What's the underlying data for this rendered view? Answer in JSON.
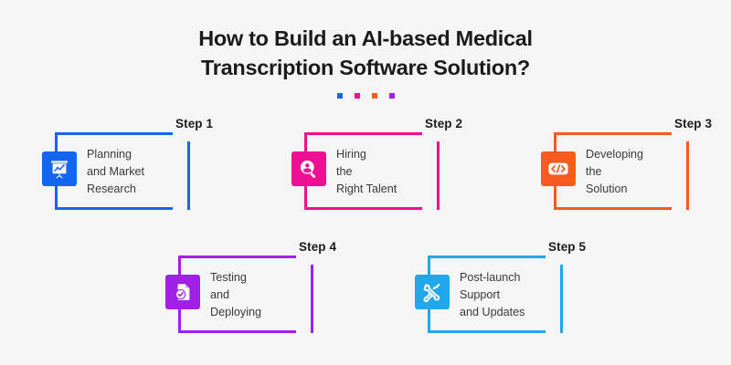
{
  "header": {
    "title_lines": [
      "How to Build an AI-based Medical",
      "Transcription Software Solution?"
    ],
    "dots": [
      {
        "name": "dot-blue",
        "color": "#1565f0"
      },
      {
        "name": "dot-pink",
        "color": "#ee1090"
      },
      {
        "name": "dot-orange",
        "color": "#f55a1e"
      },
      {
        "name": "dot-purple",
        "color": "#a020e8"
      }
    ]
  },
  "background_color": "#f5f5f6",
  "steps": [
    {
      "label": "Step 1",
      "color": "#1565f0",
      "icon": "presentation-chart-icon",
      "text_lines": [
        "Planning",
        "and Market",
        "Research"
      ]
    },
    {
      "label": "Step 2",
      "color": "#ee1090",
      "icon": "person-search-icon",
      "text_lines": [
        "Hiring",
        "the",
        "Right Talent"
      ]
    },
    {
      "label": "Step 3",
      "color": "#f55a1e",
      "icon": "code-brackets-icon",
      "text_lines": [
        "Developing",
        "the",
        "Solution"
      ]
    },
    {
      "label": "Step 4",
      "color": "#a020e8",
      "icon": "document-check-icon",
      "text_lines": [
        "Testing",
        "and",
        "Deploying"
      ]
    },
    {
      "label": "Step 5",
      "color": "#21a7ec",
      "icon": "tools-wrench-screwdriver-icon",
      "text_lines": [
        "Post-launch",
        "Support",
        "and Updates"
      ]
    }
  ]
}
